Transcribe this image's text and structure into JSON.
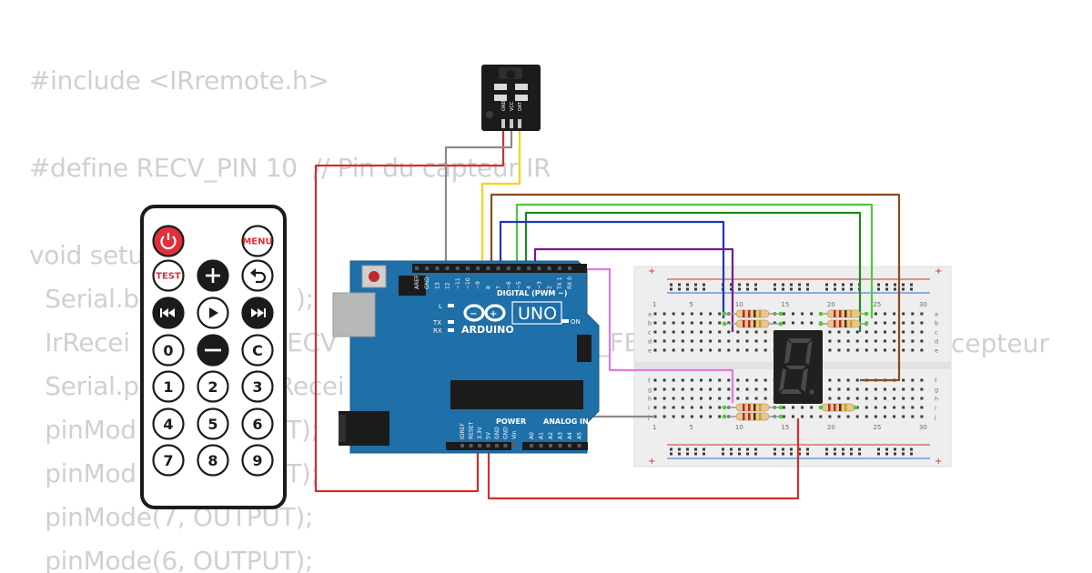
{
  "code_lines": [
    "#include <IRremote.h>",
    "#define RECV_PIN 10  // Pin du capteur IR",
    "void setu",
    "  Serial.b",
    "  IrRecei",
    "  Serial.p",
    "  pinMod",
    "  pinMod",
    "  pinMode(7, OUTPUT);",
    "  pinMode(6, OUTPUT);"
  ],
  "code_fragments": {
    "serial_begin_tail": ");",
    "irreceiver_tail": "RECV",
    "serial_print_tail": "Recei",
    "pinmode_tail_1": "UT);",
    "pinmode_tail_2": "UT);",
    "right_overflow": "cepteur",
    "mid_overflow": "_FE"
  },
  "remote": {
    "buttons": [
      {
        "label": "",
        "icon": "power-icon",
        "style": "red"
      },
      {
        "label": "MENU",
        "style": "outline-red"
      },
      {
        "label": "TEST",
        "style": "outline-red"
      },
      {
        "label": "",
        "icon": "plus-icon",
        "style": "dark"
      },
      {
        "label": "",
        "icon": "back-icon",
        "style": "outline"
      },
      {
        "label": "",
        "icon": "rewind-icon",
        "style": "dark"
      },
      {
        "label": "",
        "icon": "play-icon",
        "style": "outline"
      },
      {
        "label": "",
        "icon": "fast-forward-icon",
        "style": "dark"
      },
      {
        "label": "0",
        "style": "outline"
      },
      {
        "label": "",
        "icon": "minus-icon",
        "style": "dark"
      },
      {
        "label": "C",
        "style": "outline"
      },
      {
        "label": "1",
        "style": "outline"
      },
      {
        "label": "2",
        "style": "outline"
      },
      {
        "label": "3",
        "style": "outline"
      },
      {
        "label": "4",
        "style": "outline"
      },
      {
        "label": "5",
        "style": "outline"
      },
      {
        "label": "6",
        "style": "outline"
      },
      {
        "label": "7",
        "style": "outline"
      },
      {
        "label": "8",
        "style": "outline"
      },
      {
        "label": "9",
        "style": "outline"
      }
    ]
  },
  "ir_receiver": {
    "pins": [
      "GND",
      "VCC",
      "DAT"
    ]
  },
  "arduino": {
    "model": "UNO",
    "brand": "ARDUINO",
    "digital_header": "DIGITAL (PWM ~)",
    "power_header": "POWER",
    "analog_header": "ANALOG IN",
    "digital_pins": [
      "AREF",
      "GND",
      "13",
      "12",
      "~11",
      "~10",
      "~9",
      "8",
      "7",
      "~6",
      "~5",
      "4",
      "~3",
      "2",
      "TX 1",
      "RX 0"
    ],
    "power_pins": [
      "IOREF",
      "RESET",
      "3.3V",
      "5V",
      "GND",
      "GND",
      "Vin"
    ],
    "analog_pins": [
      "A0",
      "A1",
      "A2",
      "A3",
      "A4",
      "A5"
    ],
    "leds": [
      "L",
      "TX",
      "RX"
    ],
    "on_label": "ON"
  },
  "breadboard": {
    "column_numbers": [
      "1",
      "5",
      "10",
      "15",
      "20",
      "25",
      "30"
    ],
    "top_rows": [
      "a",
      "b",
      "c",
      "d",
      "e"
    ],
    "bottom_rows": [
      "f",
      "g",
      "h",
      "i",
      "j"
    ],
    "rail_plus": "+"
  },
  "colors": {
    "wire_red": "#d0302a",
    "wire_yellow": "#f2d51b",
    "wire_gray": "#8a8a8a",
    "wire_brown": "#8b4a1f",
    "wire_green_light": "#4cc93a",
    "wire_green_dark": "#1d8a1d",
    "wire_blue": "#2233bb",
    "wire_purple": "#7a1a8a",
    "wire_pink": "#e07ae0",
    "arduino_blue": "#1f6fa8",
    "remote_red": "#e0303a"
  }
}
